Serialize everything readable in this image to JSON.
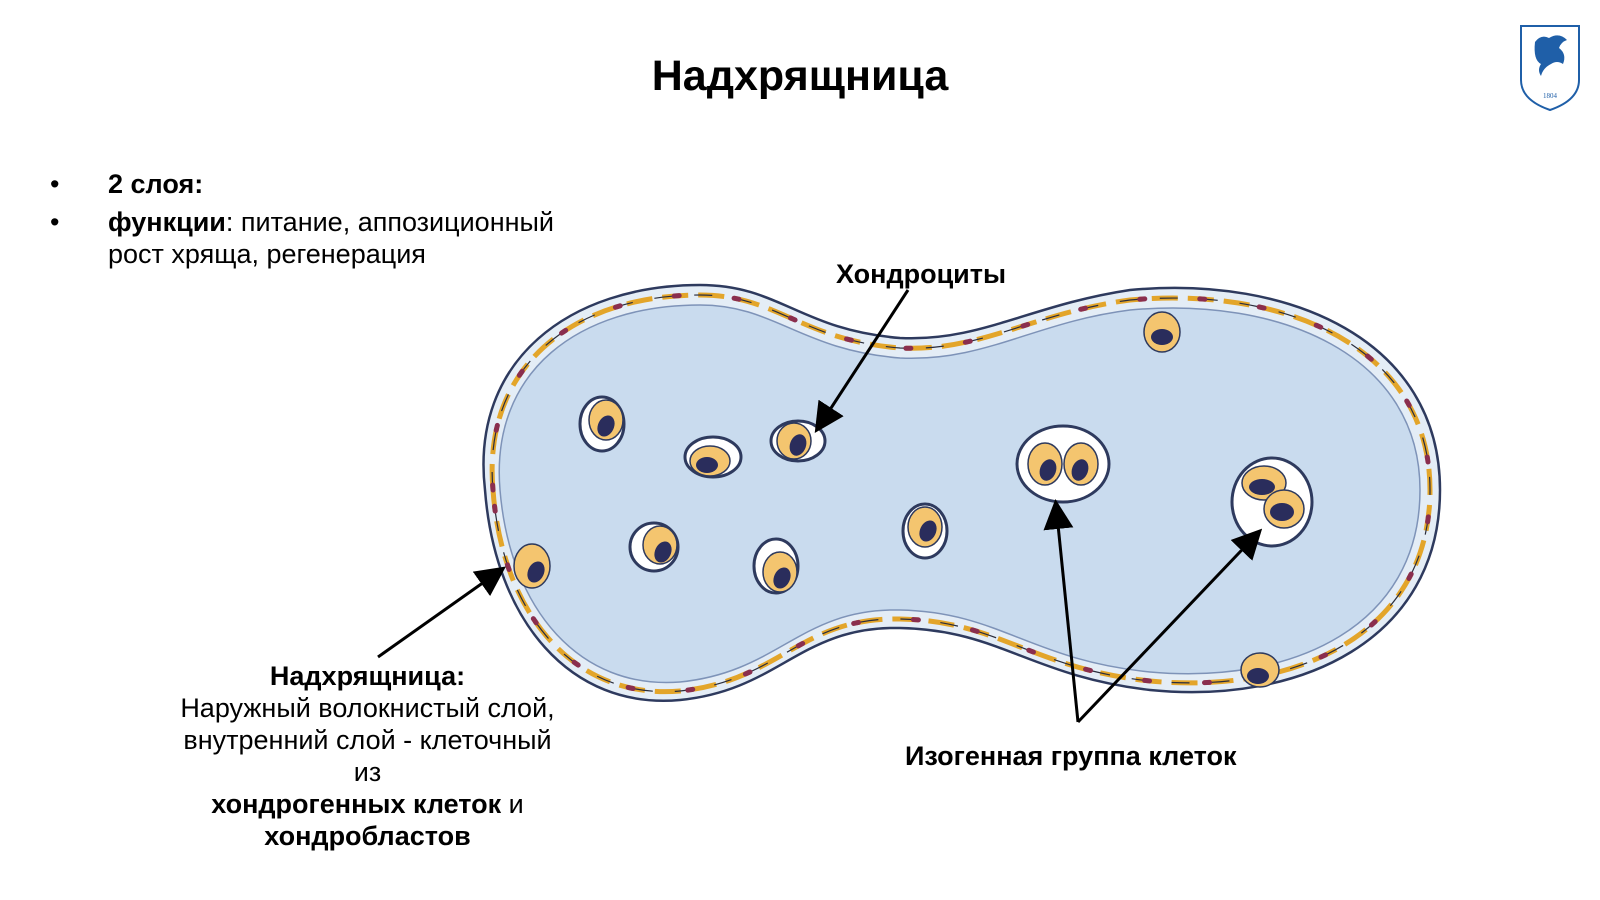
{
  "title": "Надхрящница",
  "bullets": [
    {
      "bold": "2 слоя:",
      "rest": ""
    },
    {
      "bold": "функции",
      "rest": ": питание, аппозиционный рост хряща, регенерация"
    }
  ],
  "labels": {
    "chondrocytes": "Хондроциты",
    "isogenic_group": "Изогенная группа клеток",
    "perichondrium": {
      "heading": "Надхрящница:",
      "line1": "Наружный волокнистый слой, внутренний слой - клеточный из",
      "bold1": "хондрогенных клеток",
      "conj": " и",
      "bold2": "хондробластов"
    }
  },
  "logo": {
    "year": "1804"
  },
  "colors": {
    "cartilage_matrix": "#c9dbee",
    "outline": "#2e3a5e",
    "fibroblast": "#e3a52a",
    "cell_body": "#f4c56f",
    "nucleus": "#2a2d5c",
    "logo_blue": "#1f5fa8"
  }
}
